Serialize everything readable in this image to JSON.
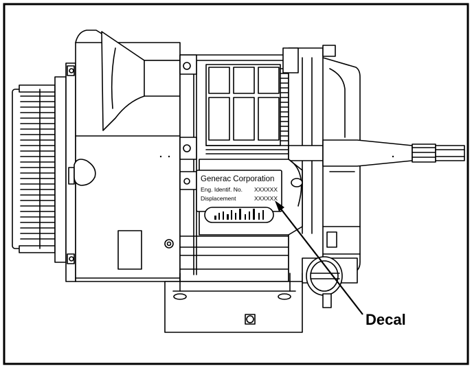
{
  "decal": {
    "company": "Generac Corporation",
    "engine_id_label": "Eng. Identif. No.",
    "engine_id_value": "XXXXXX",
    "displacement_label": "Displacement",
    "displacement_value": "XXXXXX"
  },
  "callout": {
    "label": "Decal"
  }
}
